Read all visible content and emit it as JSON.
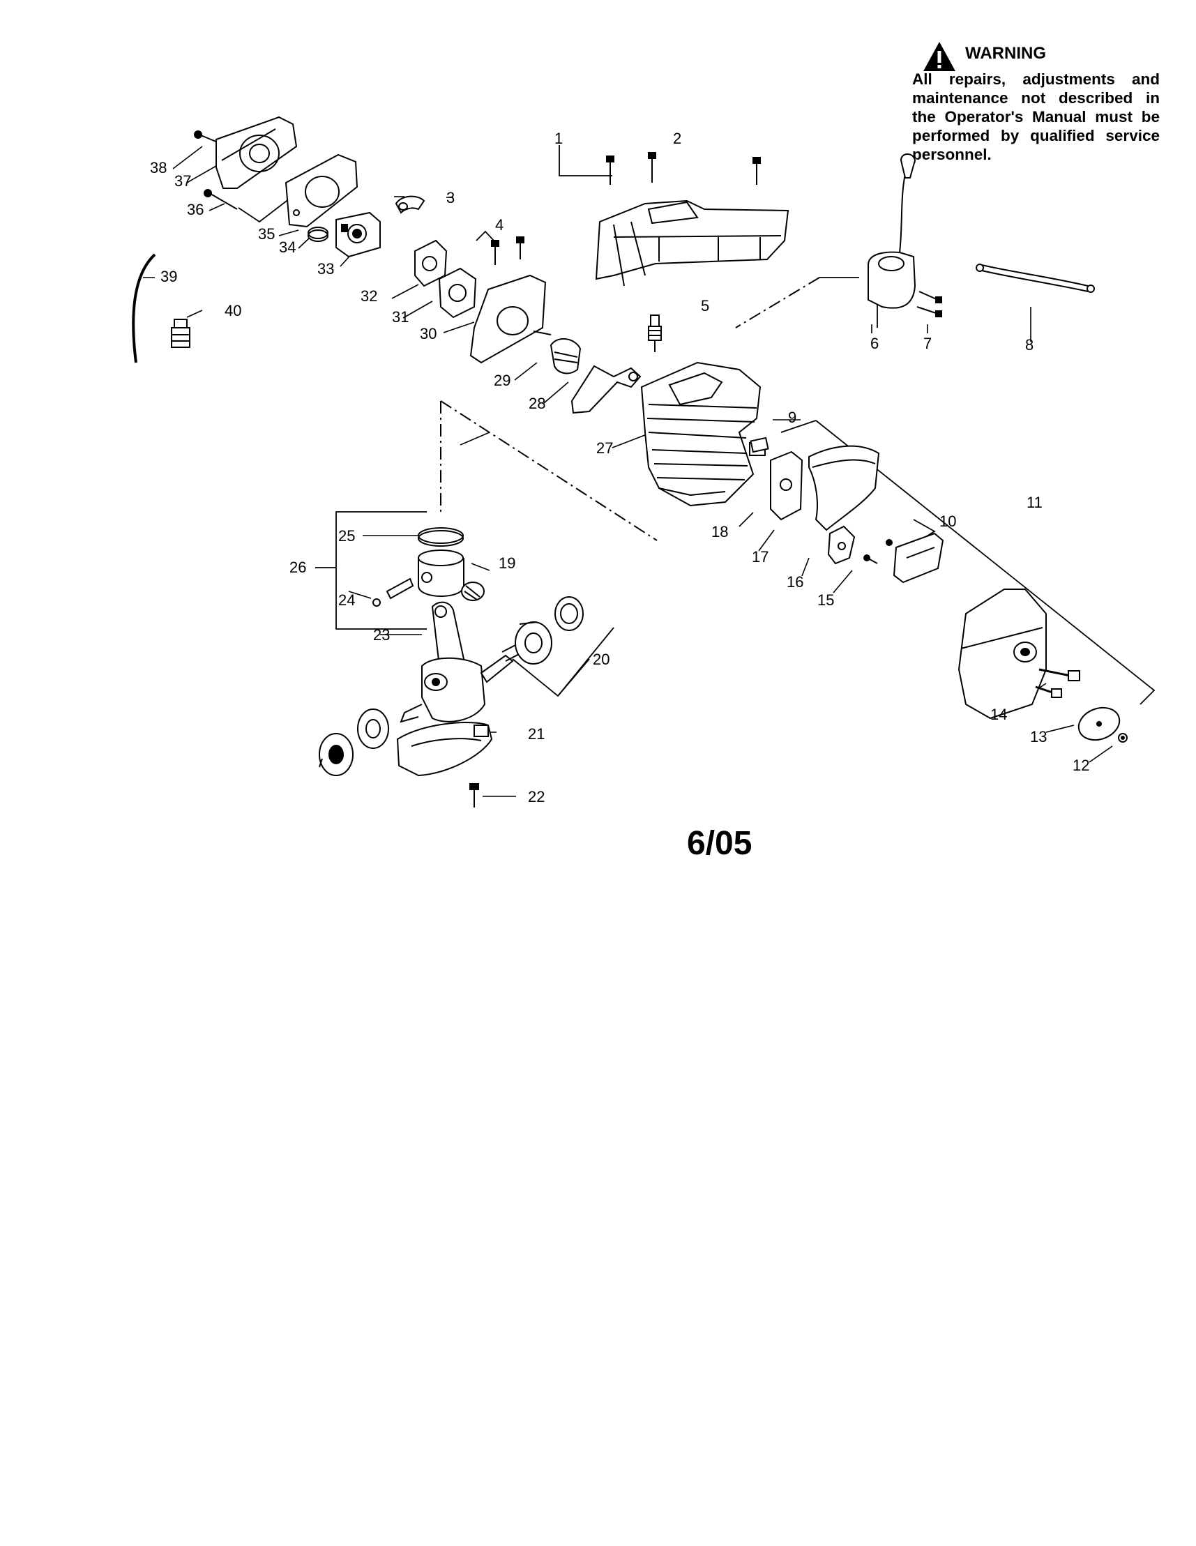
{
  "warning": {
    "title": "WARNING",
    "text": "All repairs, adjustments and maintenance not described in the Operator's Manual must be performed by qualified service personnel."
  },
  "date": "6/05",
  "callouts": [
    {
      "id": "c1",
      "label": "1"
    },
    {
      "id": "c2",
      "label": "2"
    },
    {
      "id": "c3",
      "label": "3"
    },
    {
      "id": "c4",
      "label": "4"
    },
    {
      "id": "c5",
      "label": "5"
    },
    {
      "id": "c6",
      "label": "6"
    },
    {
      "id": "c7",
      "label": "7"
    },
    {
      "id": "c8",
      "label": "8"
    },
    {
      "id": "c9",
      "label": "9"
    },
    {
      "id": "c10",
      "label": "10"
    },
    {
      "id": "c11",
      "label": "11"
    },
    {
      "id": "c12",
      "label": "12"
    },
    {
      "id": "c13",
      "label": "13"
    },
    {
      "id": "c14",
      "label": "14"
    },
    {
      "id": "c15",
      "label": "15"
    },
    {
      "id": "c16",
      "label": "16"
    },
    {
      "id": "c17",
      "label": "17"
    },
    {
      "id": "c18",
      "label": "18"
    },
    {
      "id": "c19",
      "label": "19"
    },
    {
      "id": "c20",
      "label": "20"
    },
    {
      "id": "c21",
      "label": "21"
    },
    {
      "id": "c22",
      "label": "22"
    },
    {
      "id": "c23",
      "label": "23"
    },
    {
      "id": "c24",
      "label": "24"
    },
    {
      "id": "c25",
      "label": "25"
    },
    {
      "id": "c26",
      "label": "26"
    },
    {
      "id": "c27",
      "label": "27"
    },
    {
      "id": "c28",
      "label": "28"
    },
    {
      "id": "c29",
      "label": "29"
    },
    {
      "id": "c30",
      "label": "30"
    },
    {
      "id": "c31",
      "label": "31"
    },
    {
      "id": "c32",
      "label": "32"
    },
    {
      "id": "c33",
      "label": "33"
    },
    {
      "id": "c34",
      "label": "34"
    },
    {
      "id": "c35",
      "label": "35"
    },
    {
      "id": "c36",
      "label": "36"
    },
    {
      "id": "c37",
      "label": "37"
    },
    {
      "id": "c38",
      "label": "38"
    },
    {
      "id": "c39",
      "label": "39"
    },
    {
      "id": "c40",
      "label": "40"
    }
  ]
}
